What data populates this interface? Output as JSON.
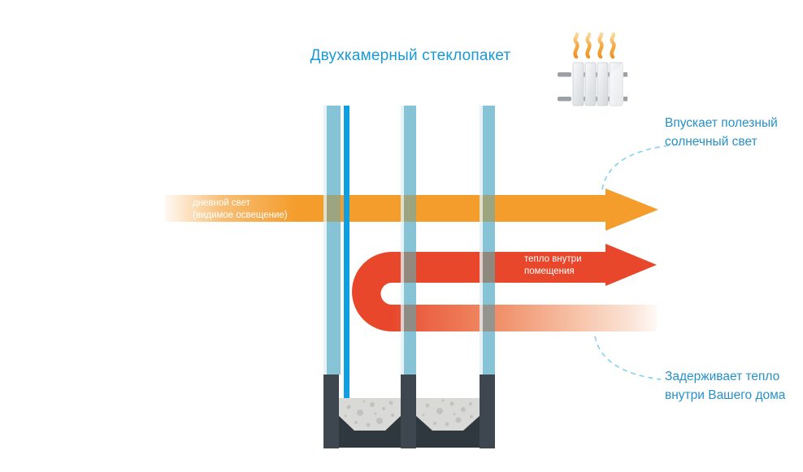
{
  "title": {
    "text": "Двухкамерный стеклопакет",
    "color": "#199ad6"
  },
  "arrows": {
    "daylight": {
      "label_line1": "дневной свет",
      "label_line2": "(видимое освещение)",
      "color": "#f49c2c",
      "direction": "right"
    },
    "heat_inside": {
      "label_line1": "тепло внутри",
      "label_line2": "помещения",
      "color": "#e8472b",
      "direction": "u-turn-back-right"
    },
    "escaping_heat": {
      "fade_from": "#e8472b",
      "fade_to": "#fdf4ee"
    }
  },
  "annotations": {
    "top": {
      "line1": "Впускает полезный",
      "line2": "солнечный свет",
      "color": "#2791c9"
    },
    "bottom": {
      "line1": "Задерживает тепло",
      "line2": "внутри Вашего дома",
      "color": "#2791c9"
    }
  },
  "glazing": {
    "pane_count": 3,
    "pane_color": "#86c3d6",
    "low_e_coating_color": "#0d9fe0",
    "frame_color": "#3e474f",
    "spacer_color": "#2f383f",
    "desiccant_color": "#d9dad8"
  },
  "icons": {
    "radiator": "radiator-icon",
    "heat_waves": "flame-wave-icon",
    "dashed_connectors": "dashed-curve"
  }
}
